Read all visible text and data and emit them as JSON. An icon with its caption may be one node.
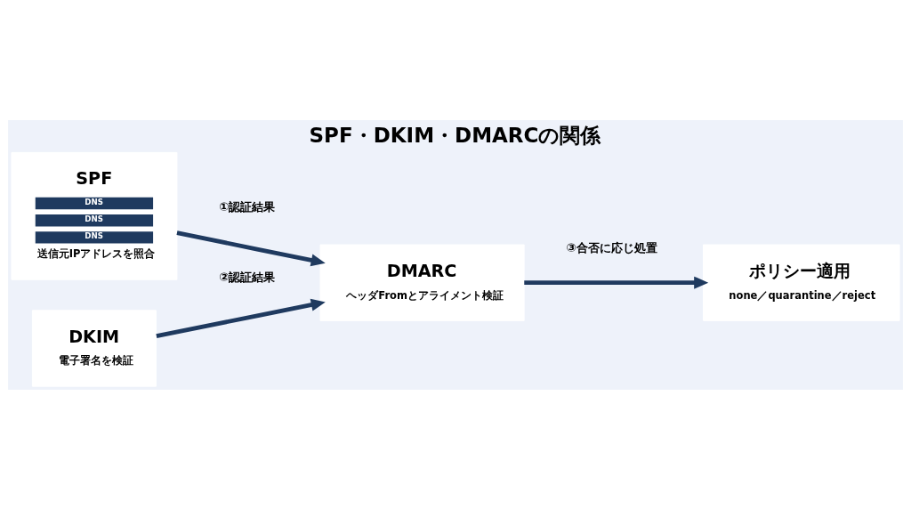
{
  "diagram": {
    "title": "SPF・DKIM・DMARCの関係",
    "nodes": [
      {
        "text": [
          "SPF",
          "DNS",
          "DNS",
          "DNS",
          "送信元IPアドレスを照合"
        ]
      },
      {
        "text": [
          "DKIM",
          "電子署名を検証"
        ]
      },
      {
        "text": [
          "DMARC",
          "ヘッダFromとアライメント検証"
        ]
      },
      {
        "text": [
          "ポリシー適用",
          "none／quarantine／reject"
        ]
      }
    ],
    "edges": [
      {
        "from": 0,
        "to": 2,
        "arrow": "to",
        "label": "①認証結果"
      },
      {
        "from": 1,
        "to": 2,
        "arrow": "to",
        "label": "②認証結果"
      },
      {
        "from": 2,
        "to": 3,
        "arrow": "to",
        "label": "③合否に応じ処置"
      }
    ]
  }
}
